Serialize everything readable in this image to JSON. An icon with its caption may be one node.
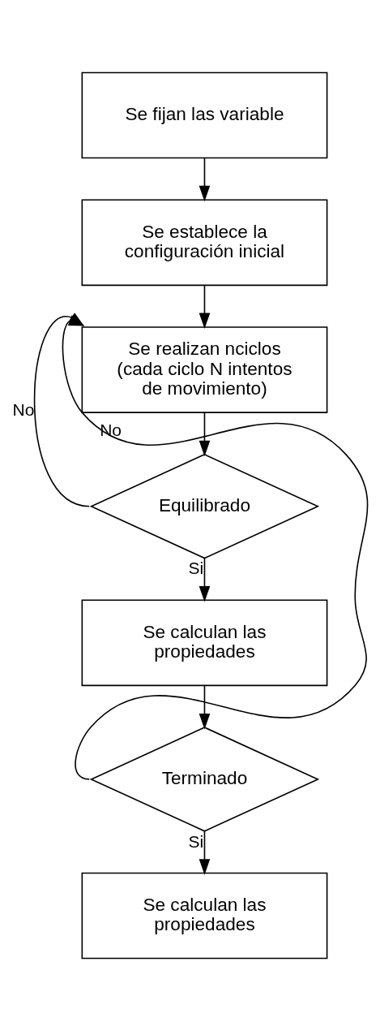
{
  "diagram": {
    "nodes": [
      {
        "text": [
          "Se fijan las variable"
        ]
      },
      {
        "text": [
          "Se establece la configuración inicial"
        ]
      },
      {
        "text": [
          "Se realizan nciclos (cada ciclo N intentos de movimiento)"
        ]
      },
      {
        "text": [
          "Equilibrado"
        ]
      },
      {
        "text": [
          "Se calculan las propiedades"
        ]
      },
      {
        "text": [
          "Terminado"
        ]
      },
      {
        "text": [
          "Se calculan las propiedades"
        ]
      }
    ],
    "edges": [
      {
        "from": 0,
        "to": 1,
        "arrow": "to"
      },
      {
        "from": 1,
        "to": 2,
        "arrow": "to"
      },
      {
        "from": 2,
        "to": 3,
        "arrow": "to"
      },
      {
        "from": 3,
        "to": 4,
        "arrow": "to",
        "label": "Si"
      },
      {
        "from": 4,
        "to": 5,
        "arrow": "to"
      },
      {
        "from": 5,
        "to": 6,
        "arrow": "to",
        "label": "Si"
      },
      {
        "from": 3,
        "to": 2,
        "arrow": "to",
        "label": "No"
      },
      {
        "from": 5,
        "to": 2,
        "arrow": "to",
        "label": "No"
      }
    ]
  }
}
